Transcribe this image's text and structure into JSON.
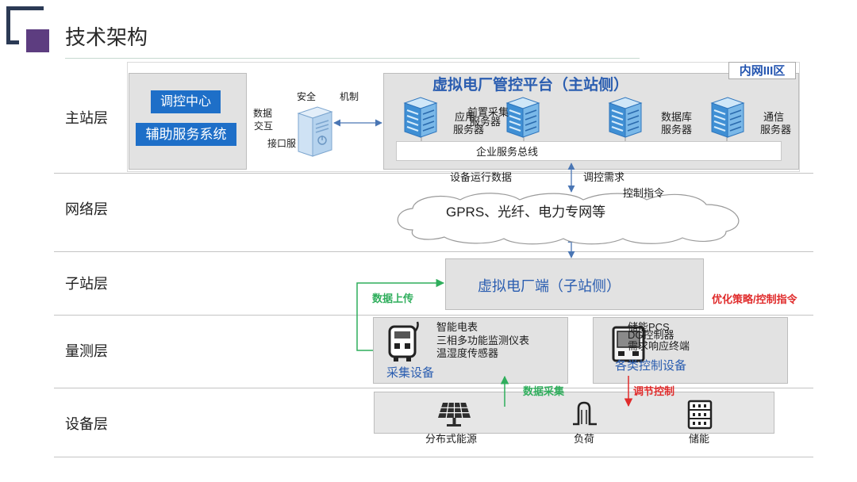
{
  "header": {
    "title": "技术架构"
  },
  "layers": {
    "master": "主站层",
    "network": "网络层",
    "substation": "子站层",
    "measure": "量测层",
    "device": "设备层"
  },
  "master": {
    "zone_tag": "内网III区",
    "control_center": "调控中心",
    "aux_system": "辅助服务系统",
    "security_left": "安全",
    "security_right": "机制",
    "exchange_top": "数据",
    "exchange_bottom": "交互",
    "interface_server": "接口服",
    "platform_title": "虚拟电厂管控平台（主站侧）",
    "servers": [
      {
        "line1": "应用",
        "line2": "服务器"
      },
      {
        "line1": "前置采集",
        "line2": "服务器"
      },
      {
        "line1": "数据库",
        "line2": "服务器"
      },
      {
        "line1": "通信",
        "line2": "服务器"
      }
    ],
    "bus": "企业服务总线"
  },
  "network": {
    "device_data": "设备运行数据",
    "dispatch_demand": "调控需求",
    "control_cmd": "控制指令",
    "cloud_label": "GPRS、光纤、电力专网等"
  },
  "substation": {
    "box_label": "虚拟电厂端（子站侧）",
    "upload_label": "数据上传",
    "strategy_label": "优化策略/控制指令"
  },
  "measure": {
    "collect": {
      "items": [
        "智能电表",
        "三相多功能监测仪表",
        "温湿度传感器"
      ],
      "title": "采集设备"
    },
    "control": {
      "items": [
        "储能PCS",
        "DG控制器",
        "需求响应终端"
      ],
      "title": "各类控制设备"
    }
  },
  "device": {
    "items": [
      "分布式能源",
      "负荷",
      "储能"
    ],
    "collect_label": "数据采集",
    "regulate_label": "调节控制"
  },
  "icons": {
    "logo": "corner-bracket-logo-icon",
    "interface_server": "interface-server-icon",
    "servers": "server-cabinet-icon",
    "meter": "smart-meter-icon",
    "controller": "control-terminal-icon",
    "solar": "solar-panel-icon",
    "load": "load-icon",
    "storage": "battery-storage-icon",
    "network": "cloud-icon"
  },
  "colors": {
    "box_blue": "#1e6fc8",
    "label_blue": "#2a5db0",
    "upload_green": "#2fae5c",
    "control_red": "#e02b2b",
    "brand_navy": "#2b3a55",
    "brand_purple": "#5d3d80"
  }
}
